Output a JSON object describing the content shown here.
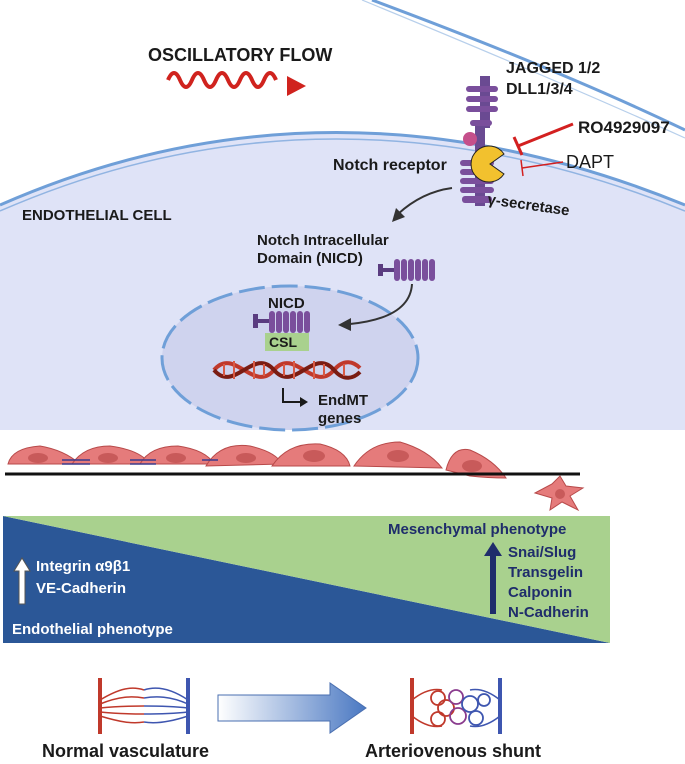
{
  "flow": {
    "label": "OSCILLATORY FLOW"
  },
  "ligands": {
    "line1": "JAGGED 1/2",
    "line2": "DLL1/3/4"
  },
  "inhibitors": {
    "ro": "RO4929097",
    "dapt": "DAPT"
  },
  "receptor": {
    "label": "Notch receptor",
    "secretase": "γ-secretase"
  },
  "cell": {
    "label": "ENDOTHELIAL CELL"
  },
  "nicd_domain": {
    "line1": "Notch Intracellular",
    "line2": "Domain (NICD)"
  },
  "nucleus": {
    "nicd": "NICD",
    "csl": "CSL",
    "genes_line1": "EndMT",
    "genes_line2": "genes"
  },
  "phenotype": {
    "endothelial": {
      "markers": [
        "Integrin α9β1",
        "VE-Cadherin"
      ],
      "label": "Endothelial phenotype"
    },
    "mesenchymal": {
      "title": "Mesenchymal phenotype",
      "markers": [
        "Snai/Slug",
        "Transgelin",
        "Calponin",
        "N-Cadherin"
      ]
    }
  },
  "outcome": {
    "normal": "Normal vasculature",
    "shunt": "Arteriovenous shunt"
  },
  "colors": {
    "cell_fill": "#dfe3f7",
    "membrane": "#6f9fd8",
    "nucleus_fill": "#cfd3ee",
    "notch_purple": "#7a4f9c",
    "secretase_yellow": "#f2c12e",
    "inhibitor_red": "#d32020",
    "flow_red": "#d0231e",
    "endo_blue": "#2b5797",
    "mesen_green": "#a9d18e",
    "artery_red": "#c0392b",
    "vein_blue": "#3e56b0"
  }
}
